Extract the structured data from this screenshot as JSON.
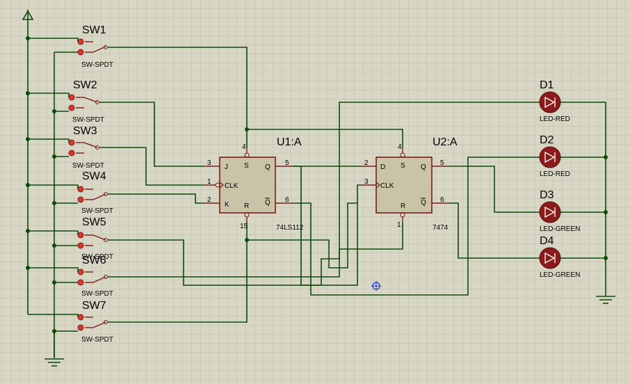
{
  "switches": [
    {
      "ref": "SW1",
      "value": "SW-SPDT"
    },
    {
      "ref": "SW2",
      "value": "SW-SPDT"
    },
    {
      "ref": "SW3",
      "value": "SW-SPDT"
    },
    {
      "ref": "SW4",
      "value": "SW-SPDT"
    },
    {
      "ref": "SW5",
      "value": "SW-SPDT"
    },
    {
      "ref": "SW6",
      "value": "SW-SPDT"
    },
    {
      "ref": "SW7",
      "value": "SW-SPDT"
    }
  ],
  "u1": {
    "ref": "U1:A",
    "part": "74LS112",
    "pins": {
      "j": "J",
      "clk": "CLK",
      "k": "K",
      "s": "S",
      "r": "R",
      "q": "Q",
      "qbar": "Q"
    },
    "pin_numbers": {
      "j": "3",
      "clk": "1",
      "k": "2",
      "s": "4",
      "r": "15",
      "q": "5",
      "qbar": "6"
    }
  },
  "u2": {
    "ref": "U2:A",
    "part": "7474",
    "pins": {
      "d": "D",
      "clk": "CLK",
      "s": "S",
      "r": "R",
      "q": "Q",
      "qbar": "Q"
    },
    "pin_numbers": {
      "d": "2",
      "clk": "3",
      "s": "4",
      "r": "1",
      "q": "5",
      "qbar": "6"
    }
  },
  "leds": [
    {
      "ref": "D1",
      "value": "LED-RED",
      "color": "#8b1a1a"
    },
    {
      "ref": "D2",
      "value": "LED-RED",
      "color": "#8b1a1a"
    },
    {
      "ref": "D3",
      "value": "LED-GREEN",
      "color": "#8b1a1a"
    },
    {
      "ref": "D4",
      "value": "LED-GREEN",
      "color": "#8b1a1a"
    }
  ],
  "colors": {
    "background": "#d8d6c4",
    "grid": "#bfbcaa",
    "wire": "#0b4a0b",
    "component": "#7a1b1b",
    "ic_fill": "#c9c4a8",
    "contact": "#d83a2a",
    "probe": "#1a3ccc"
  },
  "icons": {
    "power": "power-rail-icon",
    "ground": "ground-icon",
    "probe": "crosshair-probe-icon"
  }
}
